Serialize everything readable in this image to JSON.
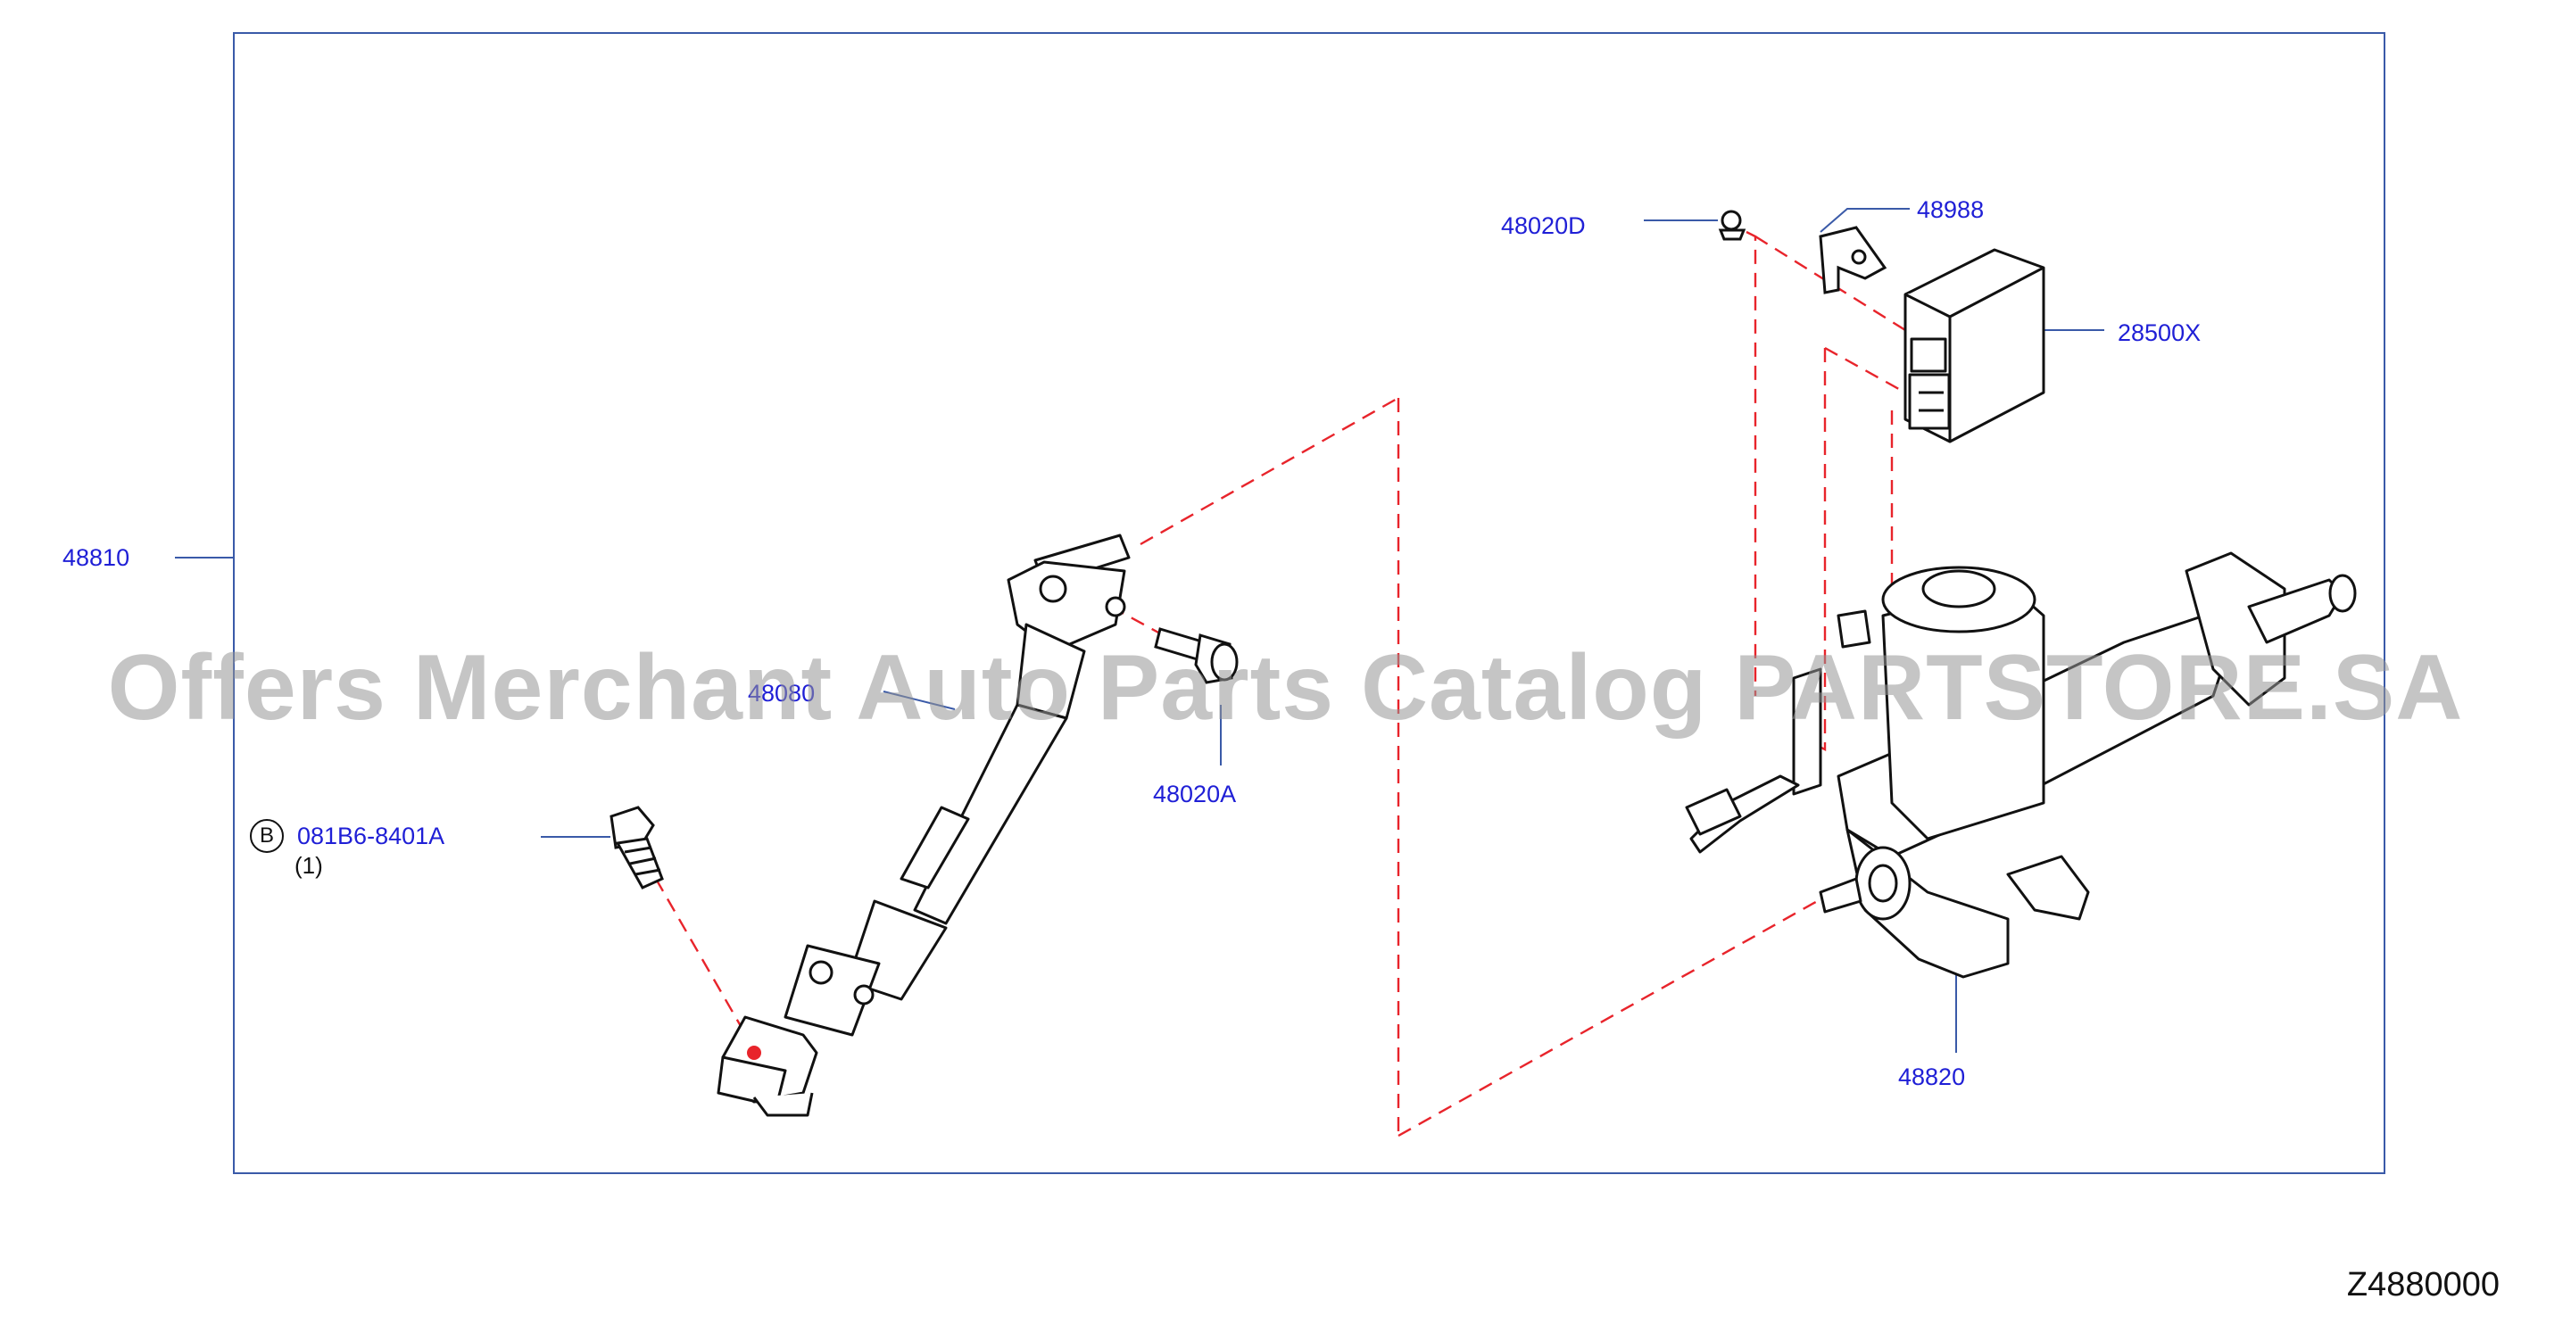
{
  "diagram": {
    "part_labels": {
      "p48810": "48810",
      "p48020D": "48020D",
      "p48988": "48988",
      "p28500X": "28500X",
      "p48080": "48080",
      "p48020A": "48020A",
      "p081B6": "081B6-8401A",
      "p081B6_qty": "(1)",
      "p48820": "48820"
    },
    "badge_letter": "B",
    "watermark": "Offers Merchant Auto Parts Catalog PARTSTORE.SA",
    "diagram_code": "Z4880000",
    "colors": {
      "label": "#1f1fd6",
      "leader": "#3a5aa8",
      "dashed": "#e8242b",
      "frame": "#3a5aa8",
      "parts": "#111111"
    }
  }
}
